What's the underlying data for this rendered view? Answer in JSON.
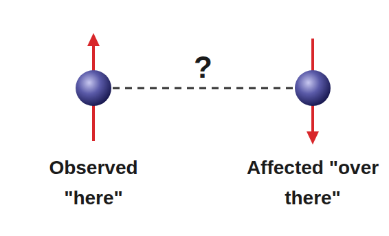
{
  "diagram": {
    "nodes": [
      {
        "text": [
          "Observed \"here\""
        ]
      },
      {
        "text": [
          "Affected \"over there\""
        ]
      }
    ],
    "edges": [
      {
        "from": 0,
        "to": 1,
        "arrow": "none",
        "label": "?"
      }
    ]
  }
}
